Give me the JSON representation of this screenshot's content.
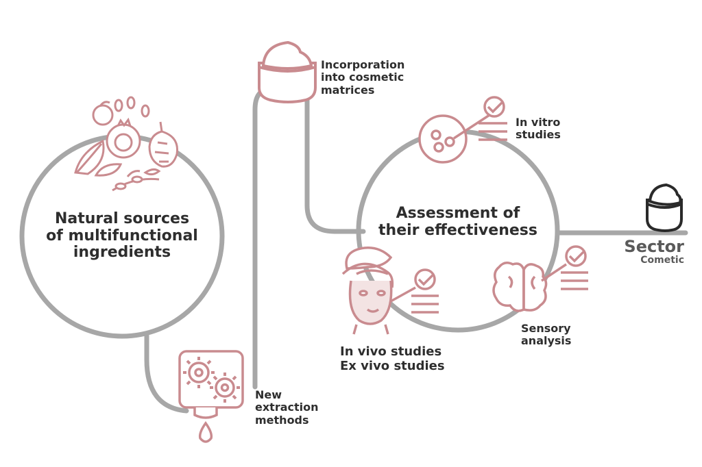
{
  "colors": {
    "track": "#a7a7a7",
    "accent": "#c98b8f",
    "accent_fill": "#f3e3e3",
    "text": "#2e2e2e",
    "icon_dark": "#2a2a2a",
    "sector_text": "#5a5a5a"
  },
  "nodes": {
    "natural_sources": {
      "lines": [
        "Natural sources",
        "of multifunctional",
        "ingredients"
      ],
      "icon": "fruit-plant-icon"
    },
    "assessment": {
      "lines": [
        "Assessment of",
        "their effectiveness"
      ]
    }
  },
  "steps": {
    "extraction": {
      "lines": [
        "New",
        "extraction",
        "methods"
      ],
      "icon": "gears-dropper-icon"
    },
    "incorporation": {
      "lines": [
        "Incorporation",
        "into cosmetic",
        "matrices"
      ],
      "icon": "cream-jar-icon"
    },
    "in_vitro": {
      "lines": [
        "In vitro",
        "studies"
      ],
      "icon": "cells-checklist-icon"
    },
    "in_vivo": {
      "lines": [
        "In vivo studies",
        "Ex vivo studies"
      ],
      "icon": "face-mask-checklist-icon"
    },
    "sensory": {
      "lines": [
        "Sensory",
        "analysis"
      ],
      "icon": "brain-checklist-icon"
    }
  },
  "sector": {
    "title": "Sector",
    "subtitle": "Cometic",
    "icon": "cream-jar-icon"
  }
}
